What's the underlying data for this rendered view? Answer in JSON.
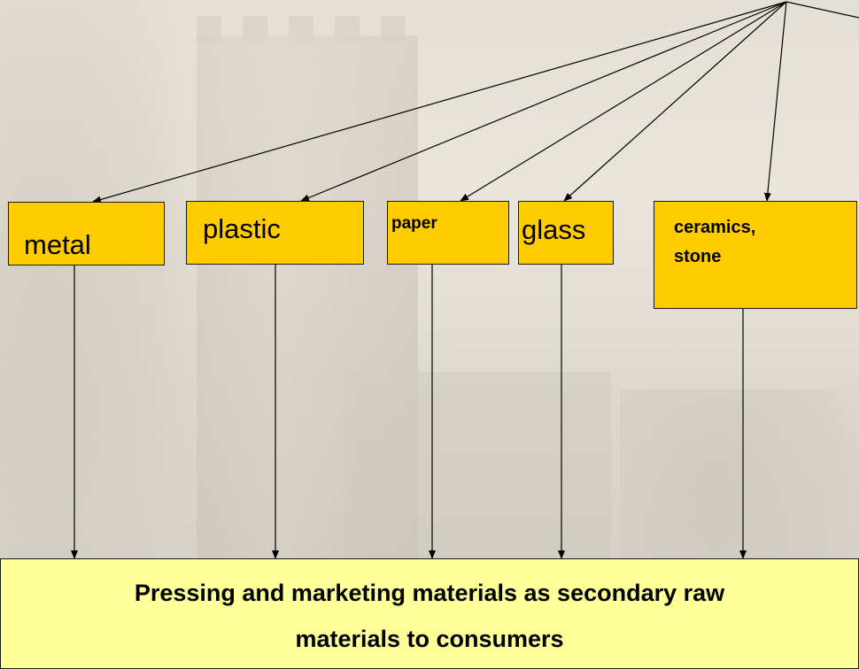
{
  "categories": [
    {
      "id": "metal",
      "label": "metal"
    },
    {
      "id": "plastic",
      "label": "plastic"
    },
    {
      "id": "paper",
      "label": "paper"
    },
    {
      "id": "glass",
      "label": "glass"
    },
    {
      "id": "ceramics",
      "label": "ceramics,\nstone"
    }
  ],
  "bottom": {
    "text": "Pressing and marketing materials as secondary raw\nmaterials to consumers"
  },
  "colors": {
    "category_fill": "#ffcc00",
    "bottom_fill": "#ffff99",
    "stroke": "#000000"
  }
}
